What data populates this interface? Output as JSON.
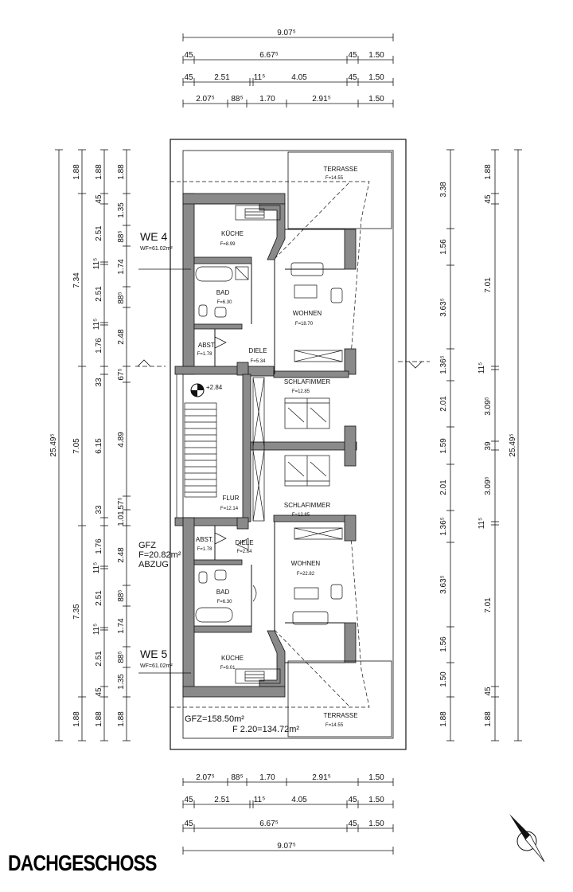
{
  "title": "DACHGESCHOSS",
  "dims_top": {
    "total": "9.07⁵",
    "row1": [
      "45",
      "6.67⁵",
      "45",
      "1.50"
    ],
    "row2": [
      "45",
      "2.51",
      "11⁵",
      "4.05",
      "45",
      "1.50"
    ],
    "row3": [
      "2.07⁵",
      "88⁵",
      "1.70",
      "2.91⁵",
      "1.50"
    ]
  },
  "dims_bottom": {
    "row3": [
      "2.07⁵",
      "88⁵",
      "1.70",
      "2.91⁵",
      "1.50"
    ],
    "row2": [
      "45",
      "2.51",
      "11⁵",
      "4.05",
      "45",
      "1.50"
    ],
    "row1": [
      "45",
      "6.67⁵",
      "45",
      "1.50"
    ],
    "total": "9.07⁵"
  },
  "dims_left": {
    "total": "25.49⁵",
    "col1": [
      "1.88",
      "7.34",
      "7.05",
      "7.35",
      "1.88"
    ],
    "col2": [
      "1.88",
      "45",
      "2.51",
      "11⁵",
      "2.51",
      "11⁵",
      "1.76",
      "33",
      "6.15",
      "33",
      "1.76",
      "11⁵",
      "2.51",
      "11⁵",
      "2.51",
      "45",
      "1.88"
    ],
    "col3": [
      "1.88",
      "1.35",
      "88⁵",
      "1.74",
      "88⁵",
      "2.48",
      "67⁵",
      "4.89",
      "57⁵",
      "1.01",
      "2.48",
      "88⁵",
      "1.74",
      "88⁵",
      "1.35",
      "1.88"
    ]
  },
  "dims_right": {
    "total": "25.49⁵",
    "col1": [
      "3.38",
      "1.56",
      "3.63⁵",
      "1.36⁵",
      "2.01",
      "1.59",
      "2.01",
      "1.36⁵",
      "3.63⁵",
      "1.56",
      "1.50",
      "1.88"
    ],
    "col2": [
      "1.88",
      "45",
      "7.01",
      "11⁵",
      "3.09⁵",
      "39",
      "3.09⁵",
      "11⁵",
      "7.01",
      "45",
      "1.88"
    ]
  },
  "rooms": {
    "terrasse_top": {
      "name": "TERRASSE",
      "area": "F=14.55"
    },
    "kueche_top": {
      "name": "KÜCHE",
      "area": "F=8.99"
    },
    "bad_top": {
      "name": "BAD",
      "area": "F=6.30"
    },
    "wohnen_top": {
      "name": "WOHNEN",
      "area": "F=18.70"
    },
    "abst_top": {
      "name": "ABST.",
      "area": "F=1.78"
    },
    "diele_top": {
      "name": "DIELE",
      "area": "F=5.34"
    },
    "schlaf_top": {
      "name": "SCHLAFIMMER",
      "area": "F=12.85"
    },
    "flur": {
      "name": "FLUR",
      "area": "F=12.14"
    },
    "schlaf_bottom": {
      "name": "SCHLAFIMMER",
      "area": "F=12.85"
    },
    "abst_bottom": {
      "name": "ABST.",
      "area": "F=1.78"
    },
    "diele_bottom": {
      "name": "DIELE",
      "area": "F=2.64"
    },
    "wohnen_bottom": {
      "name": "WOHNEN",
      "area": "F=22.82"
    },
    "bad_bottom": {
      "name": "BAD",
      "area": "F=6.30"
    },
    "kueche_bottom": {
      "name": "KÜCHE",
      "area": "F=9.01"
    },
    "terrasse_bottom": {
      "name": "TERRASSE",
      "area": "F=14.55"
    }
  },
  "units": {
    "we4": {
      "label": "WE 4",
      "area": "WF=61.02m²"
    },
    "we5": {
      "label": "WE 5",
      "area": "WF=61.02m²"
    },
    "gfz_abzug": {
      "line1": "GFZ",
      "line2": "F=20.82m²",
      "line3": "ABZUG"
    }
  },
  "level": "+2.84",
  "areas": {
    "gfz": "GFZ=158.50m²",
    "f": "F 2.20=134.72m²"
  }
}
